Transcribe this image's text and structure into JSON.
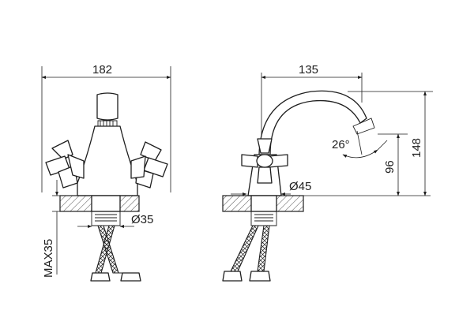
{
  "dimensions": {
    "front_width": "182",
    "side_reach": "135",
    "total_height": "148",
    "spout_height": "96",
    "spout_angle": "26°",
    "base_diameter": "Ø45",
    "shank_diameter": "Ø35",
    "max_thickness": "MAX35"
  }
}
